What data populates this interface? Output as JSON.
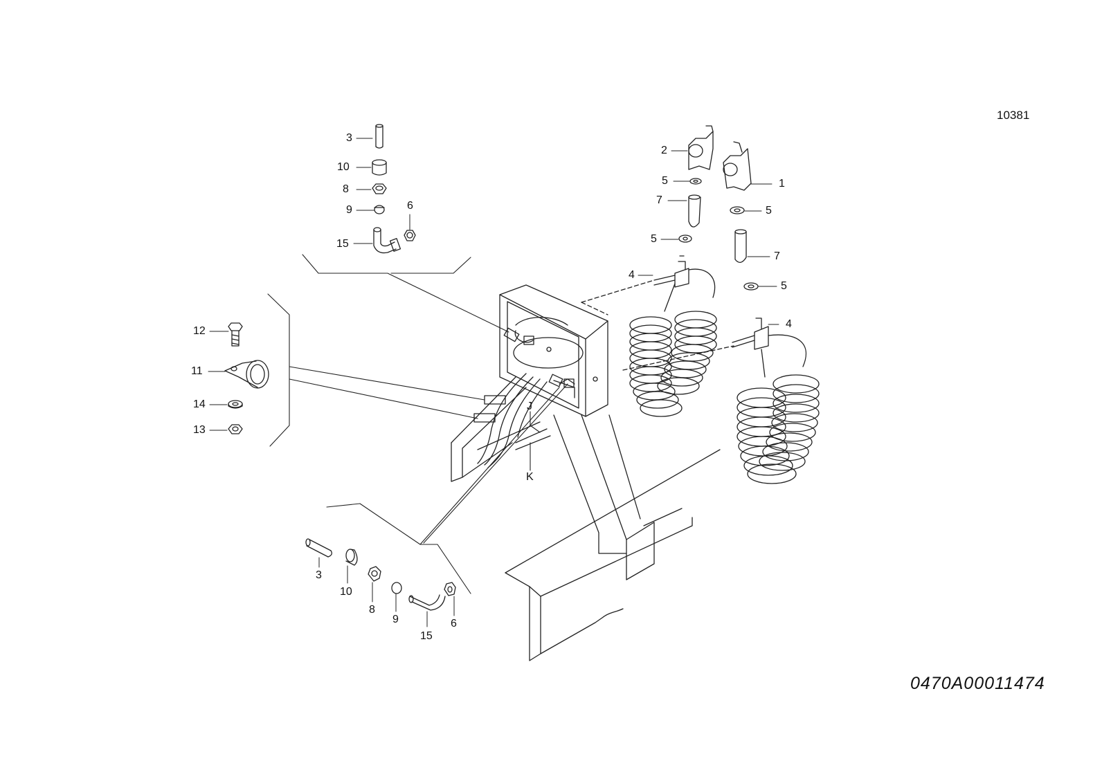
{
  "sheet_id": "10381",
  "drawing_number": "0470A00011474",
  "callouts": {
    "top_group": [
      "3",
      "10",
      "8",
      "9",
      "6",
      "15"
    ],
    "left_group": [
      "12",
      "11",
      "14",
      "13"
    ],
    "bottom_group": [
      "3",
      "10",
      "8",
      "9",
      "15",
      "6"
    ],
    "right_group": [
      "2",
      "1",
      "5",
      "7",
      "5",
      "5",
      "7",
      "4",
      "5",
      "4"
    ],
    "connector_labels": [
      "J",
      "K"
    ]
  },
  "icons": {
    "pipe": "pipe-icon",
    "sleeve": "sleeve-icon",
    "nut": "hex-nut-icon",
    "olive": "olive-ring-icon",
    "elbow": "elbow-fitting-icon",
    "bolt": "bolt-icon",
    "clamp": "pipe-clamp-icon",
    "washer": "washer-icon",
    "coupling_head": "coupling-head-icon",
    "tee": "tee-fitting-icon",
    "coil_hose": "coiled-hose-icon"
  }
}
